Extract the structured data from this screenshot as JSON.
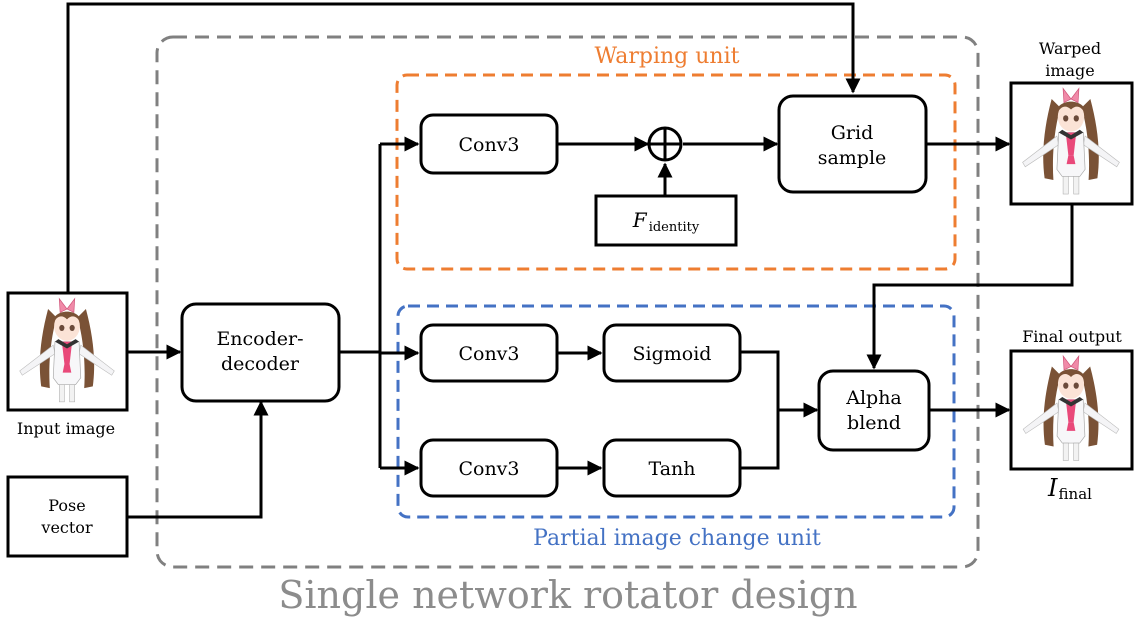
{
  "title": "Single network rotator design",
  "units": {
    "warping": "Warping unit",
    "partial": "Partial image change unit"
  },
  "blocks": {
    "encoder_decoder": [
      "Encoder-",
      "decoder"
    ],
    "conv3_warp": "Conv3",
    "grid_sample": [
      "Grid",
      "sample"
    ],
    "f_identity_main": "F",
    "f_identity_sub": "identity",
    "conv3_alpha": "Conv3",
    "sigmoid": "Sigmoid",
    "conv3_color": "Conv3",
    "tanh": "Tanh",
    "alpha_blend": [
      "Alpha",
      "blend"
    ]
  },
  "labels": {
    "input_image": "Input image",
    "pose_vector": [
      "Pose",
      "vector"
    ],
    "warped_image": [
      "Warped",
      "image"
    ],
    "final_output": "Final output",
    "i_final_main": "I",
    "i_final_sub": "final"
  },
  "colors": {
    "warping": "#ee7d31",
    "partial": "#4472c4",
    "outer": "#808080",
    "title": "#8c8c8c"
  },
  "icons": {
    "adder": "circled-plus-icon",
    "character": "anime-character-image"
  }
}
